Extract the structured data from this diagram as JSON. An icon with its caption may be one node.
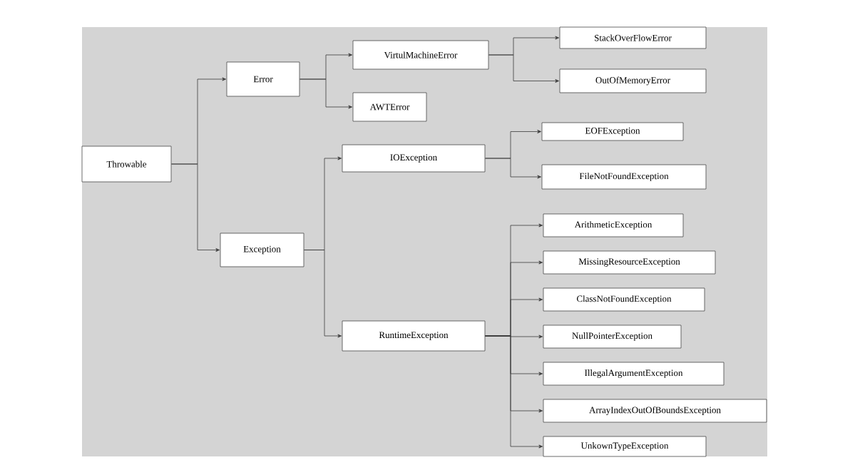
{
  "diagram": {
    "nodes": [
      {
        "text": [
          "Throwable"
        ]
      },
      {
        "text": [
          "Error"
        ]
      },
      {
        "text": [
          "Exception"
        ]
      },
      {
        "text": [
          "VirtulMachineError"
        ]
      },
      {
        "text": [
          "AWTError"
        ]
      },
      {
        "text": [
          "StackOverFlowError"
        ]
      },
      {
        "text": [
          "OutOfMemoryError"
        ]
      },
      {
        "text": [
          "IOException"
        ]
      },
      {
        "text": [
          "RuntimeException"
        ]
      },
      {
        "text": [
          "EOFException"
        ]
      },
      {
        "text": [
          "FileNotFoundException"
        ]
      },
      {
        "text": [
          "ArithmeticException"
        ]
      },
      {
        "text": [
          "MissingResourceException"
        ]
      },
      {
        "text": [
          "ClassNotFoundException"
        ]
      },
      {
        "text": [
          "NullPointerException"
        ]
      },
      {
        "text": [
          "IllegalArgumentException"
        ]
      },
      {
        "text": [
          "ArrayIndexOutOfBoundsException"
        ]
      },
      {
        "text": [
          "UnkownTypeException"
        ]
      }
    ],
    "edges": [
      {
        "from": 0,
        "to": 1,
        "arrow": "to"
      },
      {
        "from": 0,
        "to": 2,
        "arrow": "to"
      },
      {
        "from": 1,
        "to": 3,
        "arrow": "to"
      },
      {
        "from": 1,
        "to": 4,
        "arrow": "to"
      },
      {
        "from": 3,
        "to": 5,
        "arrow": "to"
      },
      {
        "from": 3,
        "to": 6,
        "arrow": "to"
      },
      {
        "from": 2,
        "to": 7,
        "arrow": "to"
      },
      {
        "from": 2,
        "to": 8,
        "arrow": "to"
      },
      {
        "from": 7,
        "to": 9,
        "arrow": "to"
      },
      {
        "from": 7,
        "to": 10,
        "arrow": "to"
      },
      {
        "from": 8,
        "to": 11,
        "arrow": "to"
      },
      {
        "from": 8,
        "to": 12,
        "arrow": "to"
      },
      {
        "from": 8,
        "to": 13,
        "arrow": "to"
      },
      {
        "from": 8,
        "to": 14,
        "arrow": "to"
      },
      {
        "from": 8,
        "to": 15,
        "arrow": "to"
      },
      {
        "from": 8,
        "to": 16,
        "arrow": "to"
      },
      {
        "from": 8,
        "to": 17,
        "arrow": "to"
      }
    ]
  }
}
